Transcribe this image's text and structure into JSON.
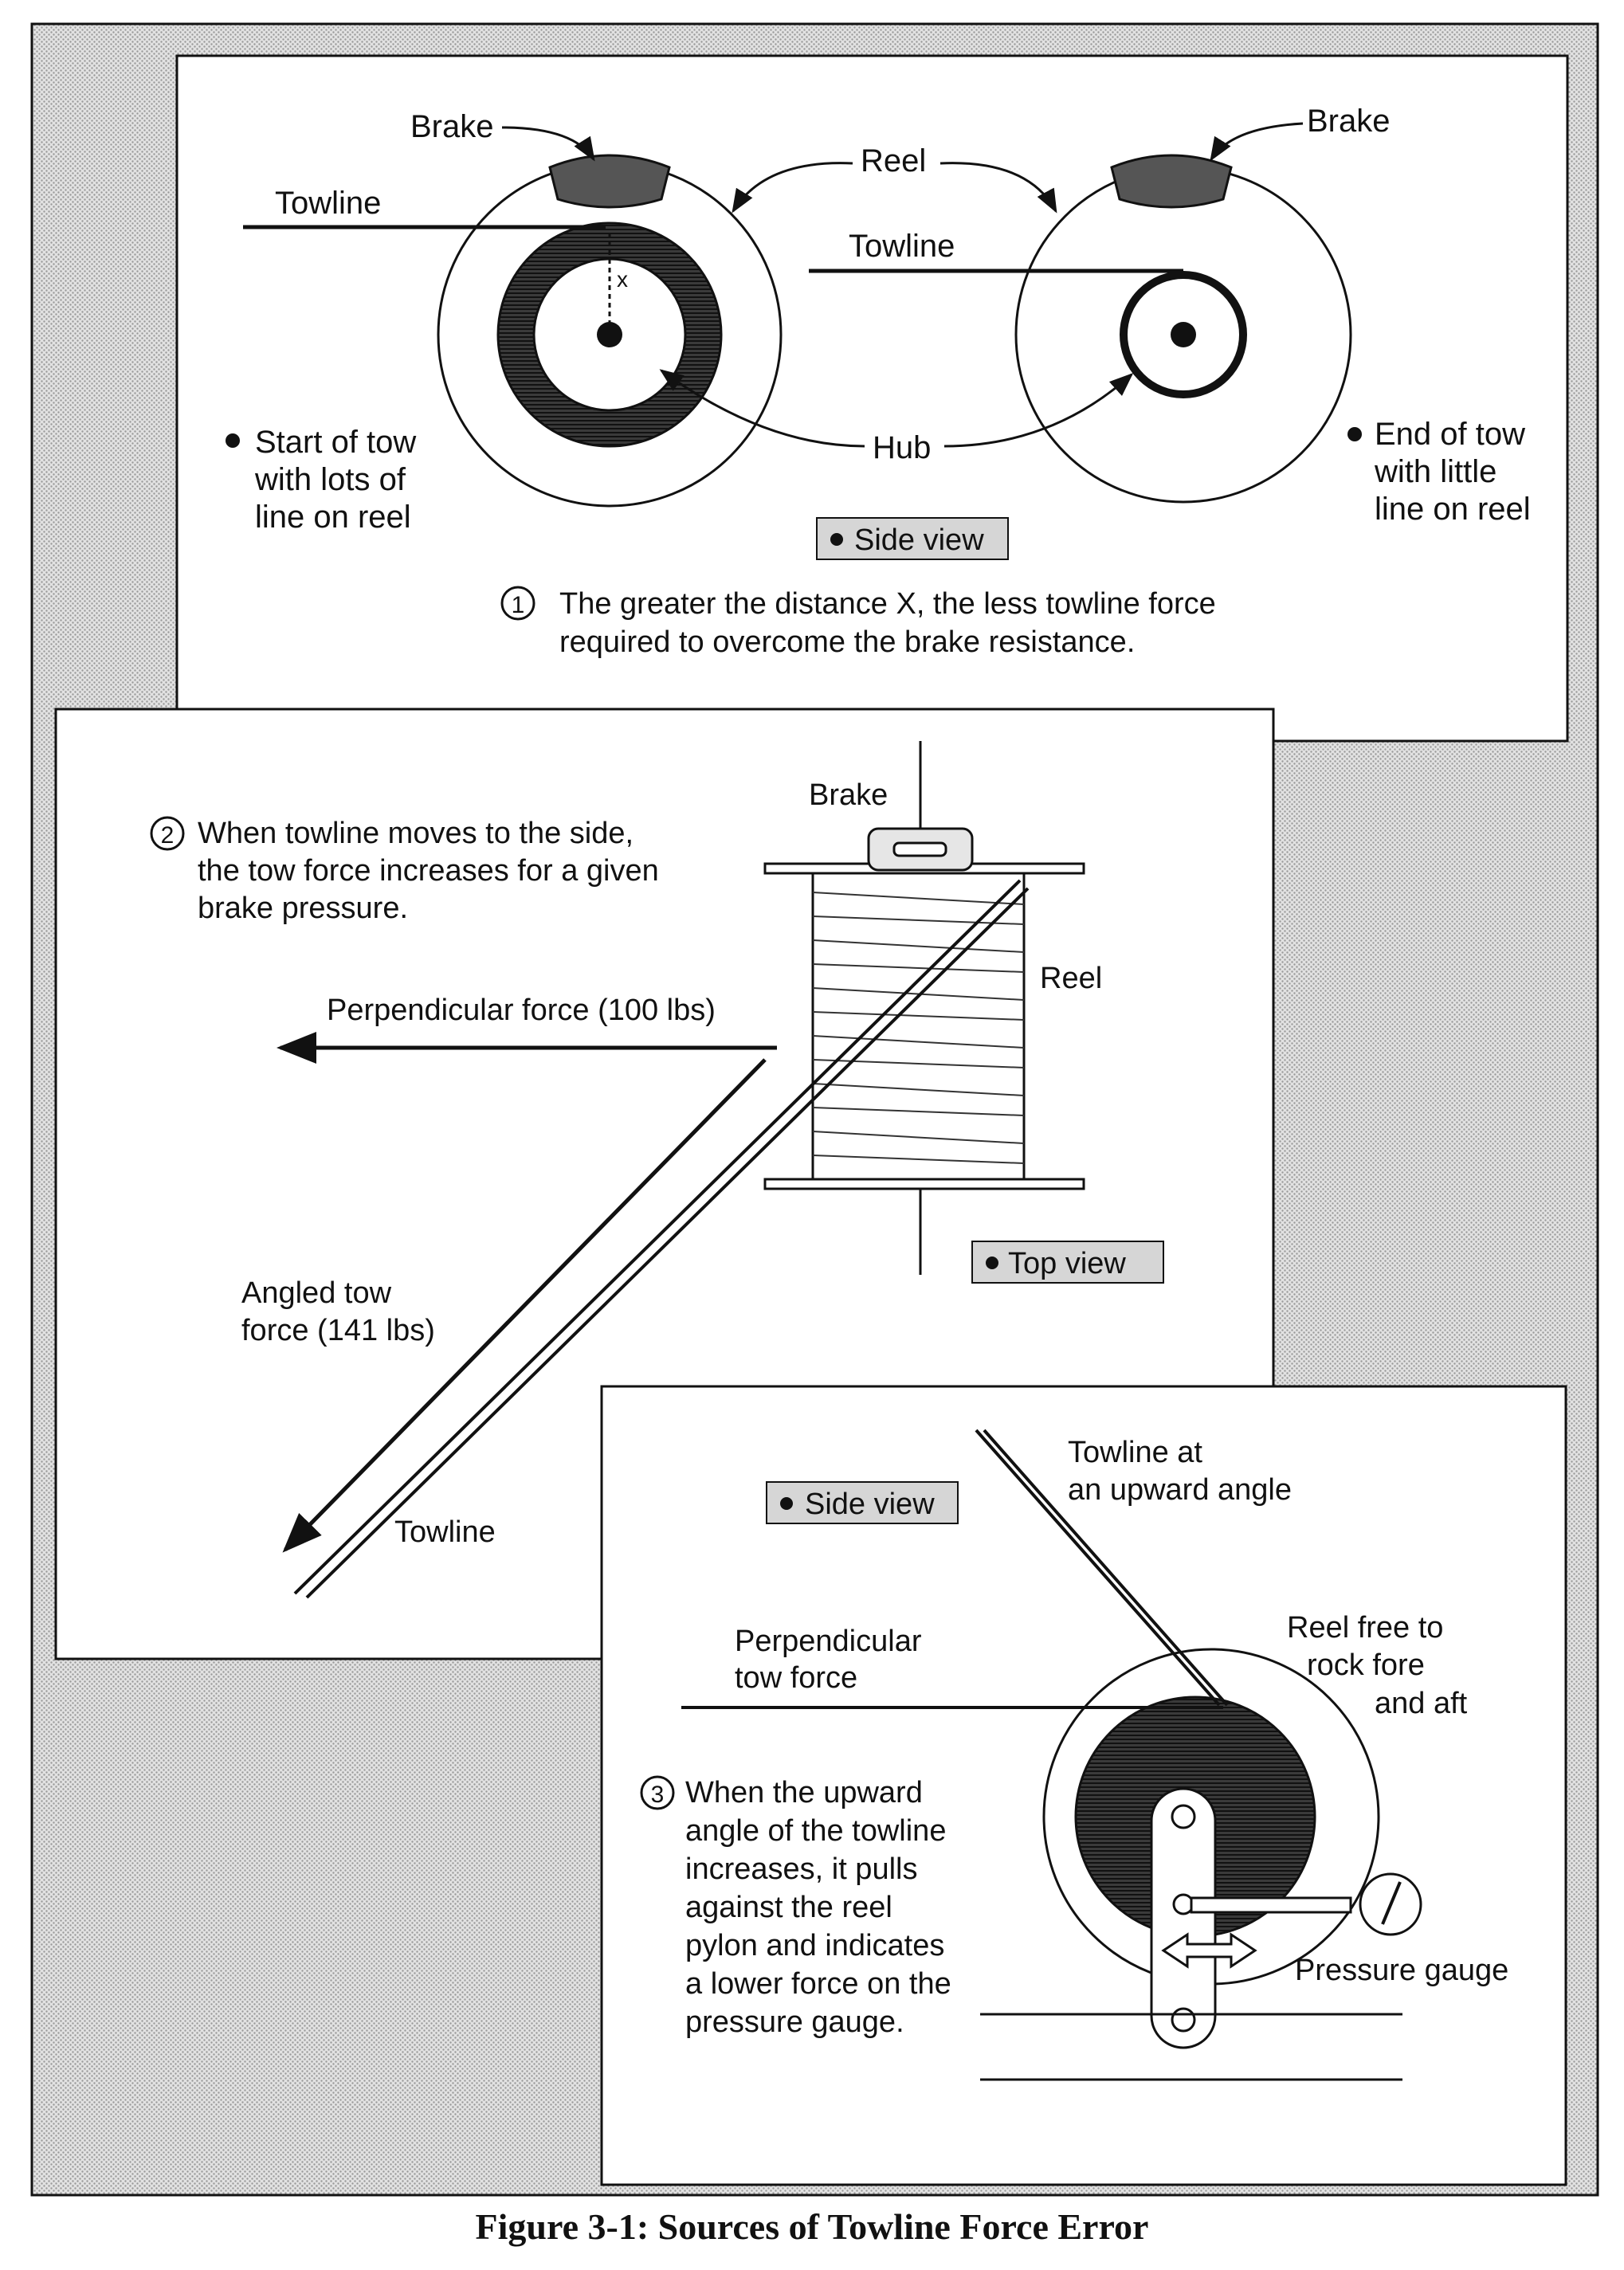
{
  "figure": {
    "caption": "Figure 3-1: Sources of Towline Force Error"
  },
  "panel1": {
    "brake_left": "Brake",
    "brake_right": "Brake",
    "reel": "Reel",
    "towline_left": "Towline",
    "towline_right": "Towline",
    "hub": "Hub",
    "distance_label": "x",
    "start_line1": "Start of tow",
    "start_line2": "with lots of",
    "start_line3": "line on reel",
    "end_line1": "End of tow",
    "end_line2": "with little",
    "end_line3": "line on reel",
    "view_badge": "Side view",
    "note_number": "1",
    "note_line1": "The greater the distance X, the less towline force",
    "note_line2": "required to overcome the brake resistance."
  },
  "panel2": {
    "note_number": "2",
    "note_line1": "When towline moves to the side,",
    "note_line2": "the tow force increases for a given",
    "note_line3": "brake pressure.",
    "brake": "Brake",
    "reel": "Reel",
    "perpendicular_force": "Perpendicular force (100 lbs)",
    "angled_line1": "Angled tow",
    "angled_line2": "force (141 lbs)",
    "towline": "Towline",
    "view_badge": "Top view"
  },
  "panel3": {
    "view_badge": "Side view",
    "towline_line1": "Towline at",
    "towline_line2": "an upward angle",
    "reel_line1": "Reel free to",
    "reel_line2": "rock fore",
    "reel_line3": "and aft",
    "perp_line1": "Perpendicular",
    "perp_line2": "tow force",
    "note_number": "3",
    "note_line1": "When the upward",
    "note_line2": "angle of the towline",
    "note_line3": "increases, it pulls",
    "note_line4": "against the reel",
    "note_line5": "pylon and indicates",
    "note_line6": "a lower force on the",
    "note_line7": "pressure gauge.",
    "gauge": "Pressure gauge"
  },
  "colors": {
    "background_pattern": "#c9c9c9",
    "panel_fill": "#ffffff",
    "ink": "#111111",
    "badge_fill": "#d6d6d6"
  }
}
